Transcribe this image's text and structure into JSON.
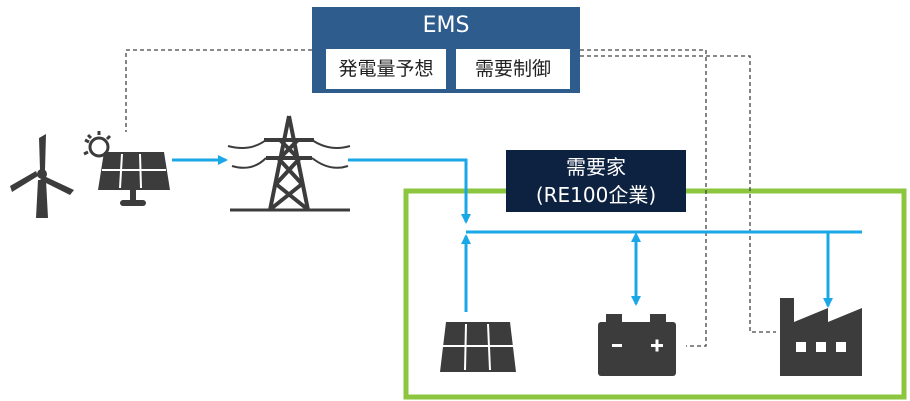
{
  "ems": {
    "title": "EMS",
    "functions": [
      "発電量予想",
      "需要制御"
    ]
  },
  "consumer": {
    "line1": "需要家",
    "line2": "(RE100企業)"
  },
  "icons": {
    "wind_turbine": "wind-turbine-icon",
    "solar_panel_supply": "solar-panel-with-sun-icon",
    "transmission_tower": "transmission-tower-icon",
    "solar_panel_onsite": "solar-panel-icon",
    "battery": "battery-icon",
    "factory": "factory-icon"
  },
  "colors": {
    "ems_box": "#2e5c8c",
    "consumer_label": "#0d2140",
    "consumer_border": "#8cc63f",
    "power_flow": "#1aa7e8",
    "control_line": "#444444",
    "icon_fill": "#3c3c3c"
  }
}
